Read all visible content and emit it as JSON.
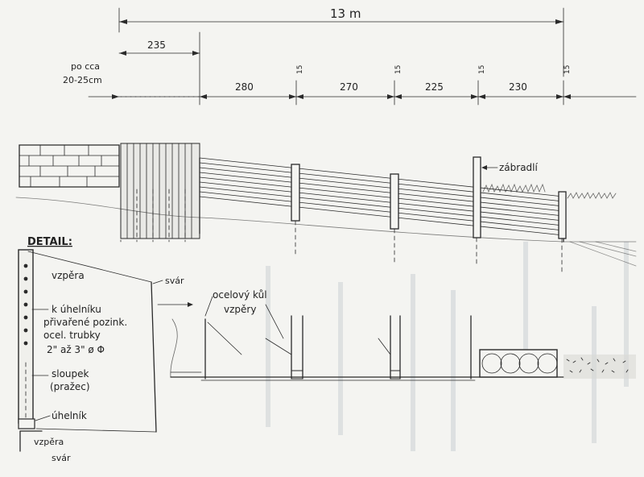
{
  "dimensions": {
    "total": "13 m",
    "first_section": "235",
    "spacing_note_line1": "po cca",
    "spacing_note_line2": "20-25cm",
    "span_1": "280",
    "span_2": "270",
    "span_3": "225",
    "span_4": "230",
    "post_1": "15",
    "post_2": "15",
    "post_3": "15",
    "post_4": "15"
  },
  "elevation": {
    "railing_label": "zábradlí"
  },
  "plan": {
    "rod_label_line1": "ocelový kůl",
    "rod_label_line2": "vzpěry"
  },
  "detail": {
    "title": "DETAIL:",
    "strut_top": "vzpěra",
    "weld_top": "svár",
    "note_line1": "k úhelníku",
    "note_line2": "přivařené pozink.",
    "note_line3": "ocel. trubky",
    "note_line4": "2\" až 3\" ø Φ",
    "post_line1": "sloupek",
    "post_line2": "(pražec)",
    "angle_label": "úhelník",
    "strut_bottom": "vzpěra",
    "weld_bottom": "svár"
  },
  "colors": {
    "paper": "#f4f4f1",
    "pencil": "#2a2a2a",
    "show_through": "#9aa3ad"
  }
}
